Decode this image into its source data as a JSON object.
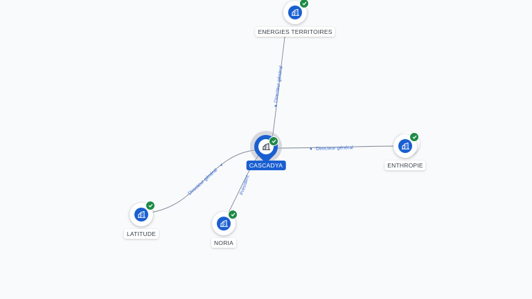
{
  "center": {
    "name": "CASCADYA",
    "icon": "building-icon",
    "accent": "#1a5fd0"
  },
  "nodes": [
    {
      "id": "energies",
      "name": "ENERGIES TERRITOIRES",
      "icon": "building-icon",
      "status": "verified"
    },
    {
      "id": "enthropie",
      "name": "ENTHROPIE",
      "icon": "building-icon",
      "status": "verified"
    },
    {
      "id": "latitude",
      "name": "LATITUDE",
      "icon": "building-icon",
      "status": "verified"
    },
    {
      "id": "noria",
      "name": "NORIA",
      "icon": "building-icon",
      "status": "verified"
    }
  ],
  "edges": [
    {
      "from": "center",
      "to": "energies",
      "label": "Directeur général"
    },
    {
      "from": "center",
      "to": "enthropie",
      "label": "Directeur général"
    },
    {
      "from": "center",
      "to": "latitude",
      "label": "Directeur général"
    },
    {
      "from": "center",
      "to": "noria",
      "label": "Président"
    }
  ],
  "colors": {
    "node_fill": "#1a5fd0",
    "verified_badge": "#1e8a46",
    "edge": "#7b8494",
    "edge_label": "#3b6fd8"
  }
}
